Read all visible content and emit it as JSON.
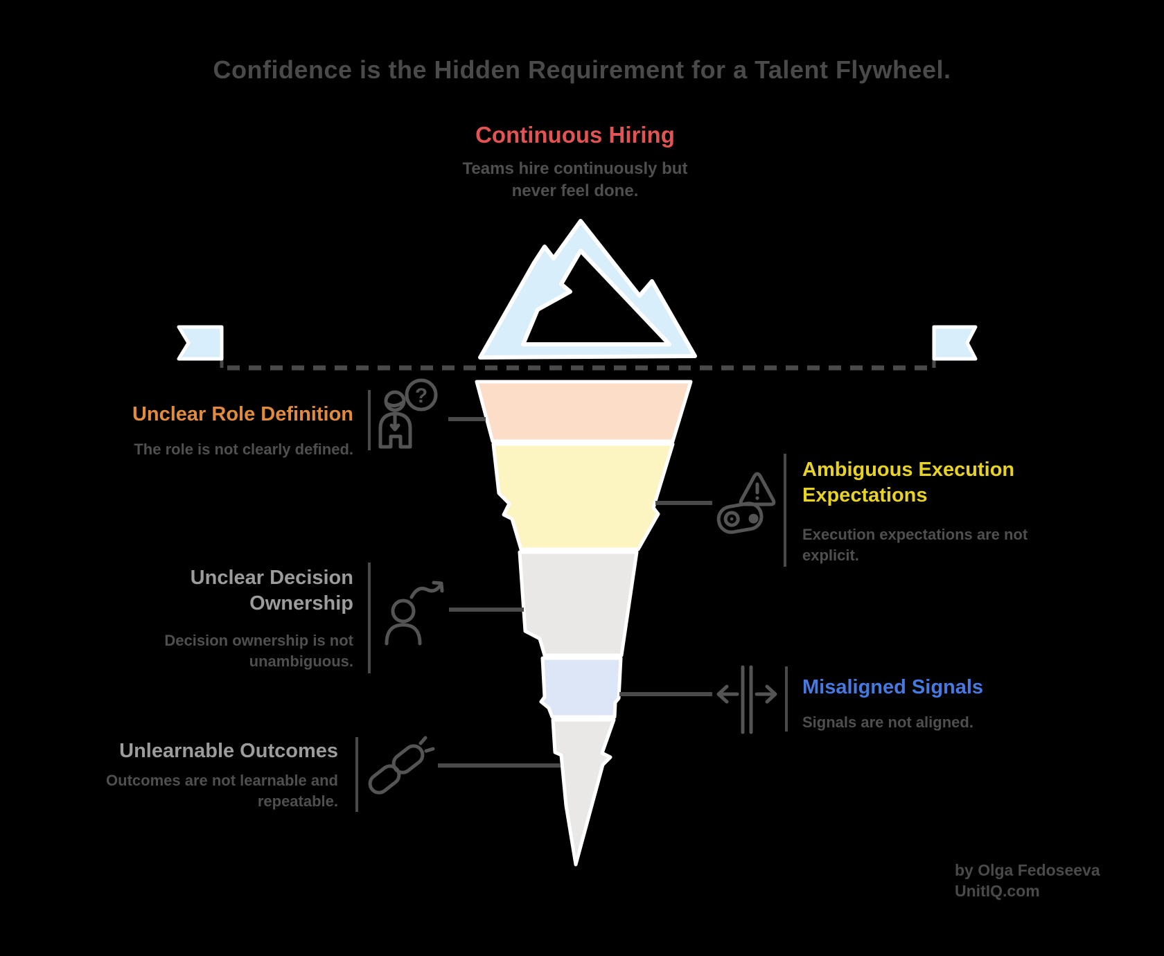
{
  "title": "Confidence is the Hidden Requirement for a Talent Flywheel.",
  "surface": {
    "label": "Continuous Hiring",
    "description": "Teams hire continuously but never feel done.",
    "color": "#E25353"
  },
  "submerged": [
    {
      "id": "role",
      "side": "left",
      "label": "Unclear Role Definition",
      "description": "The role is not clearly defined.",
      "color": "#E08B3D",
      "layer_color": "#FBDDC8",
      "icon": "person-question-icon"
    },
    {
      "id": "execution",
      "side": "right",
      "label": "Ambiguous Execution Expectations",
      "description": "Execution expectations are not explicit.",
      "color": "#E8D322",
      "layer_color": "#FDF5C1",
      "icon": "warning-belt-icon"
    },
    {
      "id": "decision",
      "side": "left",
      "label": "Unclear Decision Ownership",
      "description": "Decision ownership is not unambiguous.",
      "color": "#9C9C9C",
      "layer_color": "#E9E8E7",
      "icon": "person-branch-arrow-icon"
    },
    {
      "id": "signals",
      "side": "right",
      "label": "Misaligned Signals",
      "description": "Signals are not aligned.",
      "color": "#4679E2",
      "layer_color": "#DCE6F7",
      "icon": "diverging-arrows-icon"
    },
    {
      "id": "outcomes",
      "side": "left",
      "label": "Unlearnable Outcomes",
      "description": "Outcomes are not learnable and repeatable.",
      "color": "#9C9C9C",
      "layer_color": "#E9E8E7",
      "icon": "broken-chain-icon"
    }
  ],
  "attribution": {
    "byline": "by Olga Fedoseeva",
    "site": "UnitIQ.com"
  },
  "colors": {
    "background": "#000000",
    "iceberg_above_water": "#D8EEFB",
    "waterline": "#4A4A4A",
    "section_divider": "#4A4A4A",
    "muted_text": "#4F4F4F",
    "icon_stroke": "#545454",
    "outline_white": "#FFFFFF"
  }
}
